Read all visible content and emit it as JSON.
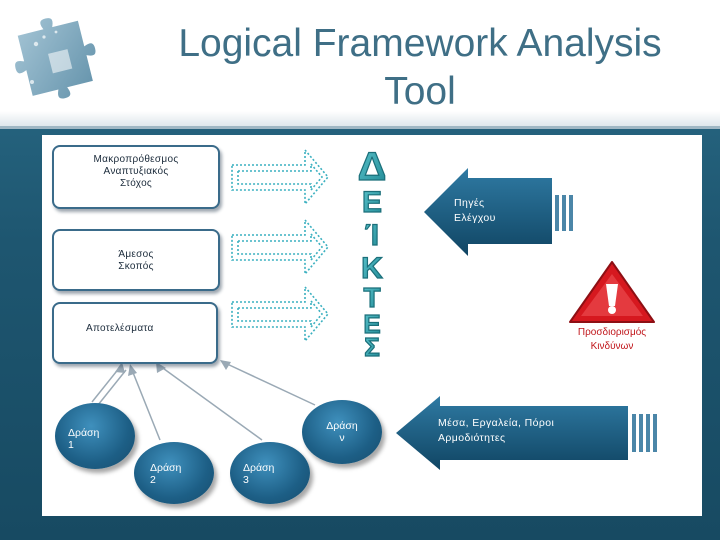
{
  "slide": {
    "title": "Logical Framework Analysis\nTool"
  },
  "diagram": {
    "levels": [
      {
        "label": "Μακροπρόθεσμος\nΑναπτυξιακός\nΣτόχος"
      },
      {
        "label": "Άμεσος\nΣκοπός"
      },
      {
        "label": "Αποτελέσματα"
      }
    ],
    "indicators_word": [
      "Δ",
      "Ε",
      "Ί",
      "Κ",
      "Τ",
      "Ε",
      "Σ"
    ],
    "sources_label": "Πηγές\nΕλέγχου",
    "risk_label": "Προσδιορισμός\nΚινδύνων",
    "means_label": "Μέσα, Εργαλεία, Πόροι\nΑρμοδιότητες",
    "actions": [
      {
        "label": "Δράση\n1"
      },
      {
        "label": "Δράση\n2"
      },
      {
        "label": "Δράση\n3"
      },
      {
        "label": "Δράση\nν"
      }
    ],
    "colors": {
      "accent_blue": "#1d5f86",
      "indicator_teal": "#39a9b5",
      "arrow_dark": "#17506e",
      "warning_red": "#c0151a"
    },
    "icons": [
      "puzzle-icon",
      "warning-icon"
    ]
  }
}
